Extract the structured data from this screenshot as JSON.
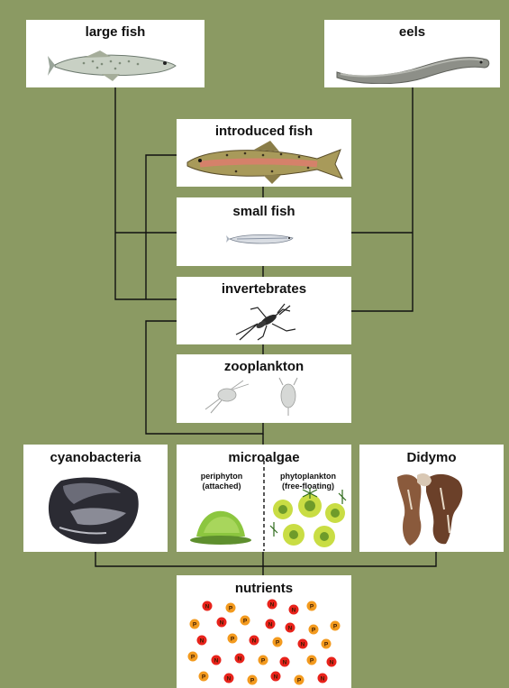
{
  "nodes": {
    "large_fish": "large fish",
    "eels": "eels",
    "introduced_fish": "introduced fish",
    "small_fish": "small fish",
    "invertebrates": "invertebrates",
    "zooplankton": "zooplankton",
    "cyanobacteria": "cyanobacteria",
    "microalgae": "microalgae",
    "didymo": "Didymo",
    "nutrients": "nutrients"
  },
  "microalgae_parts": {
    "periphyton": "periphyton",
    "periphyton_note": "(attached)",
    "phytoplankton": "phytoplankton",
    "phytoplankton_note": "(free-floating)"
  },
  "nutrient_particles": {
    "labels": [
      "N",
      "P"
    ],
    "colors": {
      "N": "#e8231b",
      "P": "#f39a1e"
    }
  },
  "colors": {
    "background": "#8b9a63",
    "box": "#ffffff",
    "lines": "#111111"
  }
}
